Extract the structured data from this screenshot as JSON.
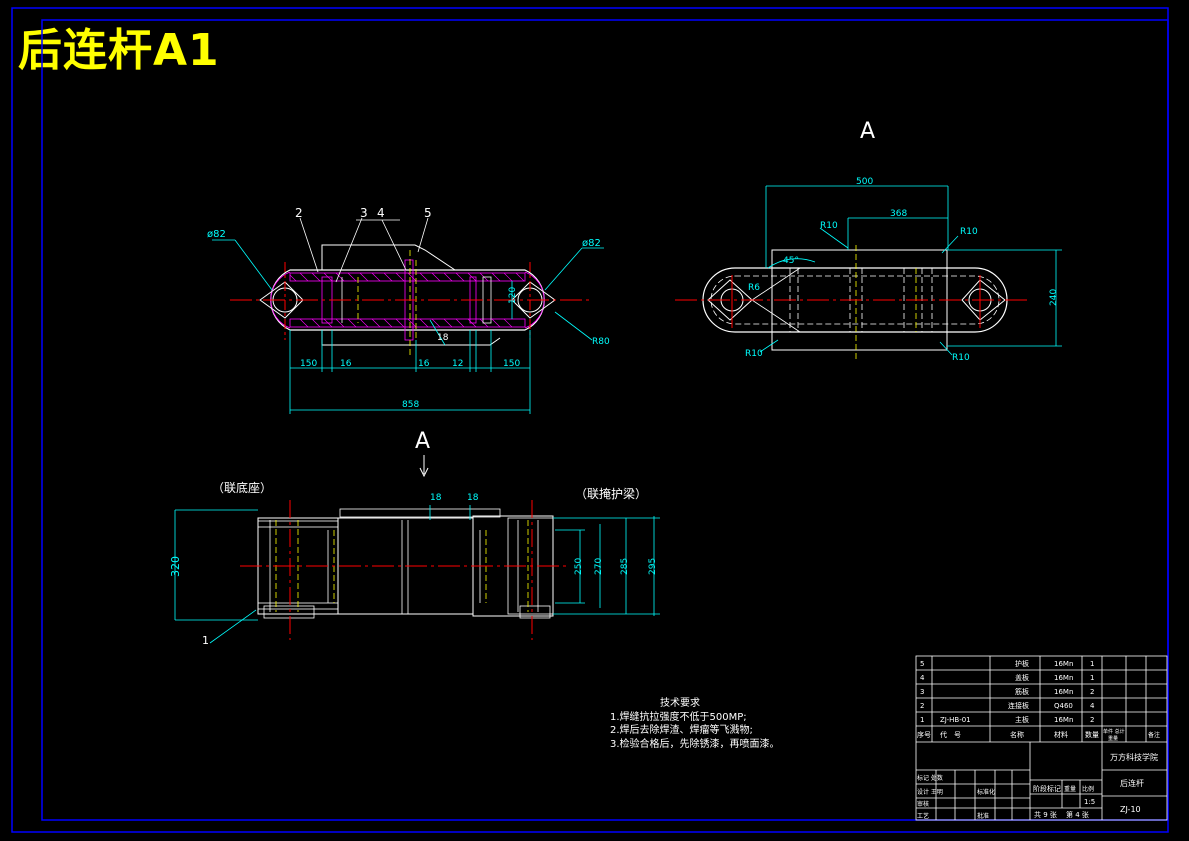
{
  "title": "后连杆A1",
  "views": {
    "section_label": "A",
    "arrow_label": "A",
    "left_label": "（联底座）",
    "right_label": "（联掩护梁）"
  },
  "front_view": {
    "parts": [
      "2",
      "3",
      "4",
      "5"
    ],
    "dia_left": "ø82",
    "dia_right": "ø82",
    "dims": [
      "150",
      "16",
      "16",
      "12",
      "150"
    ],
    "total": "858",
    "height": "120",
    "radius": "R80",
    "small": "18"
  },
  "view_a": {
    "overall": "500",
    "inner": "368",
    "r_top_left": "R10",
    "r_top_right": "R10",
    "r_bottom_left": "R10",
    "r_bottom_right": "R10",
    "angle": "45°",
    "r_small": "R6",
    "height": "240"
  },
  "plan_view": {
    "left_height": "320",
    "top_dims": [
      "18",
      "18"
    ],
    "right_dims": [
      "250",
      "270",
      "285",
      "295"
    ],
    "part": "1"
  },
  "tech": {
    "heading": "技术要求",
    "items": [
      "1.焊缝抗拉强度不低于500MP;",
      "2.焊后去除焊渣、焊瘤等飞溅物;",
      "3.检验合格后，先除锈漆，再喷面漆。"
    ]
  },
  "bom": [
    {
      "no": "5",
      "code": "",
      "name": "护板",
      "mat": "16Mn",
      "qty": "1"
    },
    {
      "no": "4",
      "code": "",
      "name": "盖板",
      "mat": "16Mn",
      "qty": "1"
    },
    {
      "no": "3",
      "code": "",
      "name": "筋板",
      "mat": "16Mn",
      "qty": "2"
    },
    {
      "no": "2",
      "code": "",
      "name": "连接板",
      "mat": "Q460",
      "qty": "4"
    },
    {
      "no": "1",
      "code": "ZJ-HB-01",
      "name": "主板",
      "mat": "16Mn",
      "qty": "2"
    }
  ],
  "bom_header": {
    "no": "序号",
    "code": "代　号",
    "name": "名称",
    "mat": "材料",
    "qty": "数量",
    "w1": "单件 总计",
    "w1b": "重量",
    "note": "备注"
  },
  "title_block": {
    "school": "万方科技学院",
    "part_name": "后连杆",
    "drawing_no": "ZJ-10",
    "scale": "1:5",
    "stage_label": "阶段标记",
    "weight_label": "重量",
    "scale_label": "比例",
    "sheets": "共 9 张",
    "sheet": "第 4 张",
    "rows": [
      "标记 处数",
      "设计 王明",
      "审核",
      "工艺"
    ],
    "approve": "批准",
    "standard": "标准化"
  }
}
